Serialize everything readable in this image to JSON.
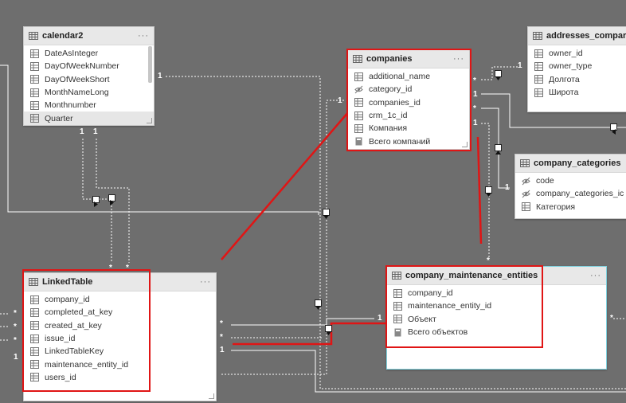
{
  "tables": {
    "calendar2": {
      "name": "calendar2",
      "menu": "···",
      "fields": [
        "DateAsInteger",
        "DayOfWeekNumber",
        "DayOfWeekShort",
        "MonthNameLong",
        "Monthnumber",
        "Quarter"
      ]
    },
    "companies": {
      "name": "companies",
      "menu": "···",
      "fields": [
        "additional_name",
        "category_id",
        "companies_id",
        "crm_1c_id",
        "Компания",
        "Всего компаний"
      ]
    },
    "addresses": {
      "name": "addresses_compar",
      "fields": [
        "owner_id",
        "owner_type",
        "Долгота",
        "Широта"
      ]
    },
    "company_categories": {
      "name": "company_categories",
      "fields": [
        "code",
        "company_categories_ic",
        "Категория"
      ]
    },
    "linkedtable": {
      "name": "LinkedTable",
      "menu": "···",
      "fields": [
        "company_id",
        "completed_at_key",
        "created_at_key",
        "issue_id",
        "LinkedTableKey",
        "maintenance_entity_id",
        "users_id"
      ]
    },
    "cme": {
      "name": "company_maintenance_entities",
      "menu": "···",
      "fields": [
        "company_id",
        "maintenance_entity_id",
        "Объект",
        "Всего объектов"
      ]
    }
  },
  "cardinality": {
    "one": "1",
    "many": "*"
  },
  "colors": {
    "canvas": "#6e6e6e",
    "highlight": "#e01515",
    "selected_border": "#7fd3e0"
  }
}
